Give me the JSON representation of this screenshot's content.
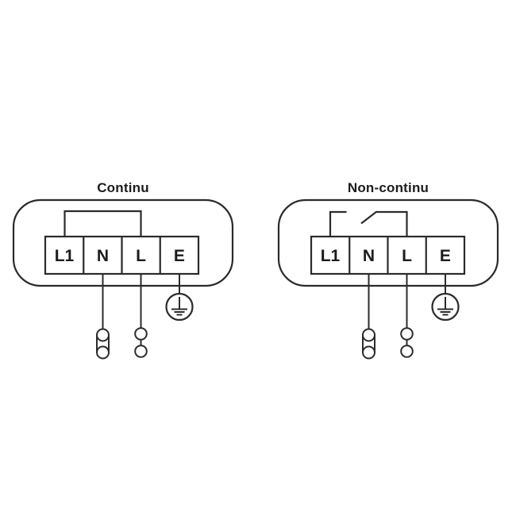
{
  "colors": {
    "line": "#2b2b2b",
    "text": "#1c1c1c",
    "background": "#ffffff"
  },
  "diagrams": [
    {
      "title": "Continu",
      "terminals": [
        "L1",
        "N",
        "L",
        "E"
      ],
      "bridge": {
        "type": "closed-jumper",
        "from": "L1",
        "to": "L"
      },
      "icons": [
        "jumper-wire-closed",
        "earth-ground-icon",
        "lamp-link-connector-icon",
        "lamp-double-circle-connector-icon"
      ]
    },
    {
      "title": "Non-continu",
      "terminals": [
        "L1",
        "N",
        "L",
        "E"
      ],
      "bridge": {
        "type": "open-switch",
        "from": "L1",
        "to": "L"
      },
      "icons": [
        "switch-open-icon",
        "earth-ground-icon",
        "lamp-link-connector-icon",
        "lamp-double-circle-connector-icon"
      ]
    }
  ]
}
